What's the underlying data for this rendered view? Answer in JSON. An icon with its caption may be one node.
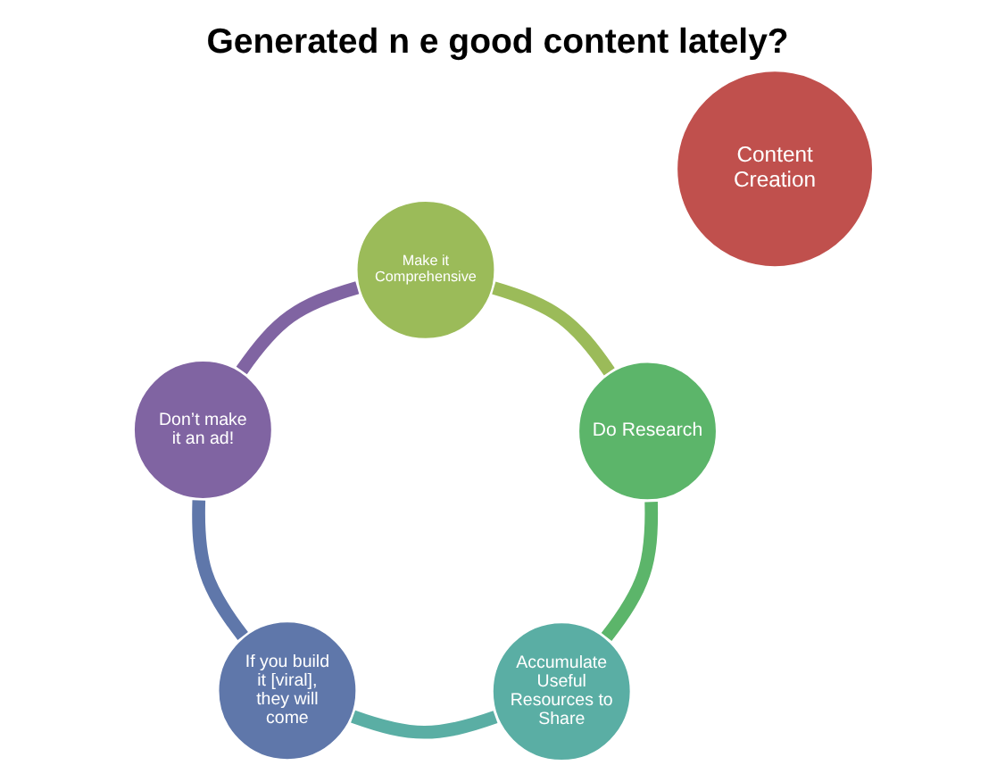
{
  "diagram": {
    "title": "Generated n e good content lately?",
    "nodes": [
      {
        "text": [
          "Content Creation"
        ]
      },
      {
        "text": [
          "Make it Comprehensive"
        ]
      },
      {
        "text": [
          "Do Research"
        ]
      },
      {
        "text": [
          "Accumulate Useful Resources to Share"
        ]
      },
      {
        "text": [
          "If you build it [viral], they will come"
        ]
      },
      {
        "text": [
          "Don’t make it an ad!"
        ]
      }
    ],
    "edges": [
      {
        "from": 1,
        "to": 2,
        "arrow": "none",
        "color": "#9bbb59"
      },
      {
        "from": 2,
        "to": 3,
        "arrow": "none",
        "color": "#5cb56a"
      },
      {
        "from": 3,
        "to": 4,
        "arrow": "none",
        "color": "#5aaea4"
      },
      {
        "from": 4,
        "to": 5,
        "arrow": "none",
        "color": "#5f77aa"
      },
      {
        "from": 5,
        "to": 1,
        "arrow": "none",
        "color": "#8064a2"
      }
    ]
  }
}
